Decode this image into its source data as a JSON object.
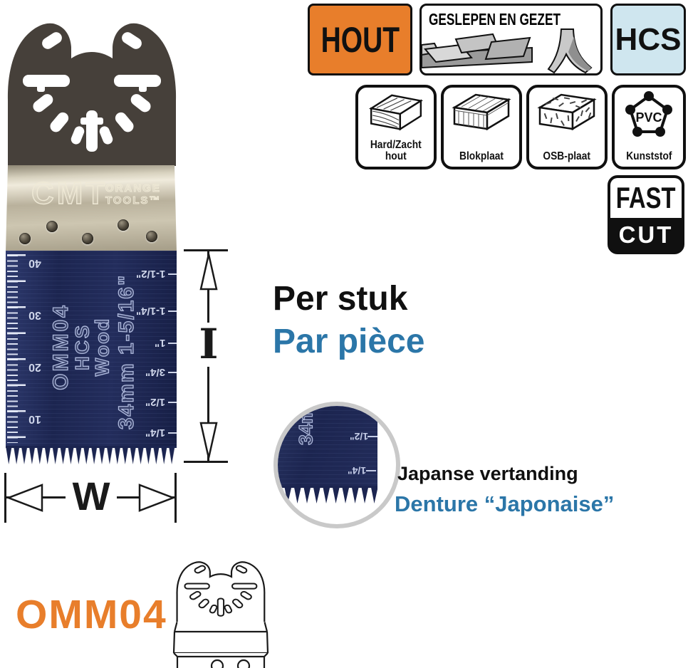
{
  "product": {
    "code": "OMM04",
    "brand": "CMT",
    "brand_line1": "ORANGE",
    "brand_line2": "TOOLS™"
  },
  "blade": {
    "text": [
      "OMM04",
      "HCS",
      "Wood",
      "34mm 1-5/16\""
    ],
    "mm_scale": [
      "40",
      "30",
      "20",
      "10"
    ],
    "inch_scale": [
      "1-1/2\"",
      "1-1/4\"",
      "1\"",
      "3/4\"",
      "1/2\"",
      "1/4\""
    ]
  },
  "dimensions": {
    "width_label": "W",
    "length_label": "I"
  },
  "badges": {
    "material": "HOUT",
    "sharpened": "GESLEPEN EN GEZET",
    "steel": "HCS",
    "applications": [
      {
        "label_line1": "Hard/Zacht",
        "label_line2": "hout"
      },
      {
        "label_line1": "Blokplaat"
      },
      {
        "label_line1": "OSB-plaat"
      },
      {
        "label_line1": "Kunststof",
        "icon_text": "PVC"
      }
    ],
    "speed_top": "FAST",
    "speed_bottom": "CUT"
  },
  "packaging": {
    "dutch": "Per stuk",
    "french": "Par pièce"
  },
  "tooth_detail": {
    "dutch": "Japanse vertanding",
    "french": "Denture “Japonaise”",
    "blade_text": "34m",
    "marks": [
      "1/2\"",
      "1/4\""
    ]
  },
  "colors": {
    "orange": "#E87E2B",
    "blue": "#2B76A8",
    "hcs_bg": "#CFE6EF",
    "navy": "#1C2550"
  }
}
